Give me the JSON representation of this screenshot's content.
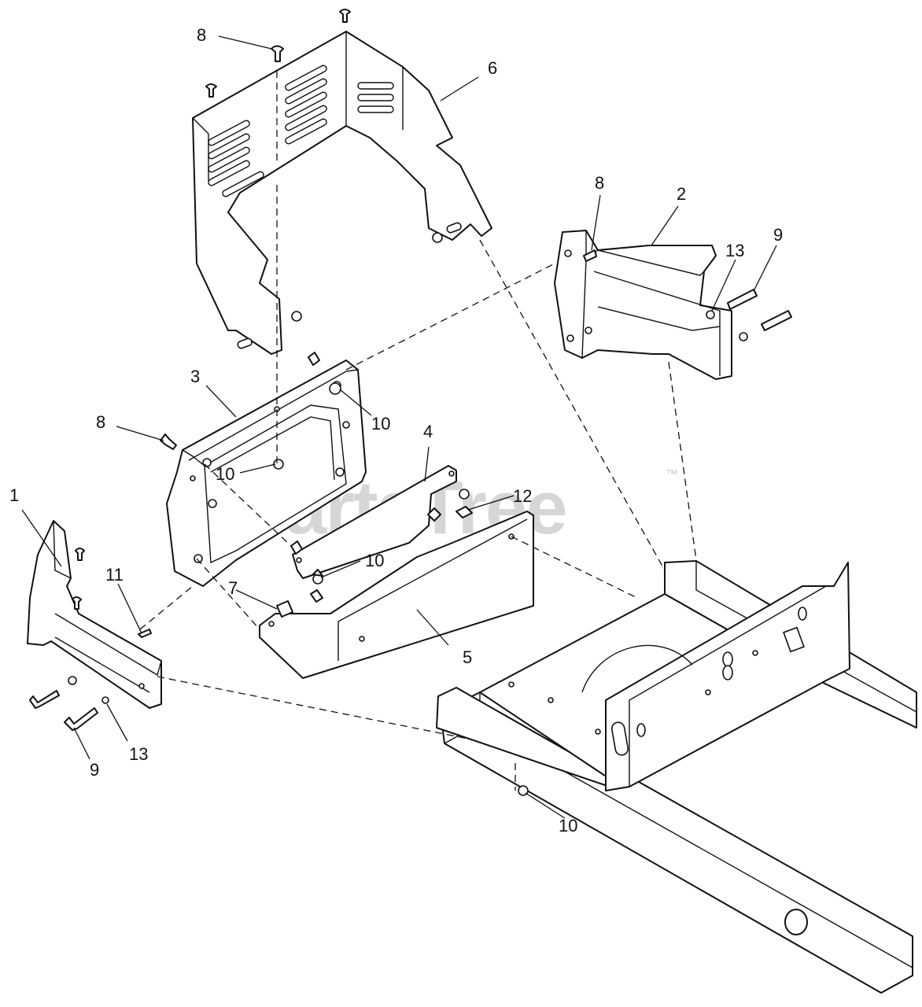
{
  "watermark": {
    "text": "PartsTree",
    "trademark": "™"
  },
  "callouts": {
    "c1": "1",
    "c2": "2",
    "c3": "3",
    "c4": "4",
    "c5": "5",
    "c6": "6",
    "c7": "7",
    "c8a": "8",
    "c8b": "8",
    "c8c": "8",
    "c9a": "9",
    "c9b": "9",
    "c10a": "10",
    "c10b": "10",
    "c10c": "10",
    "c10d": "10",
    "c11": "11",
    "c12": "12",
    "c13a": "13",
    "c13b": "13"
  }
}
